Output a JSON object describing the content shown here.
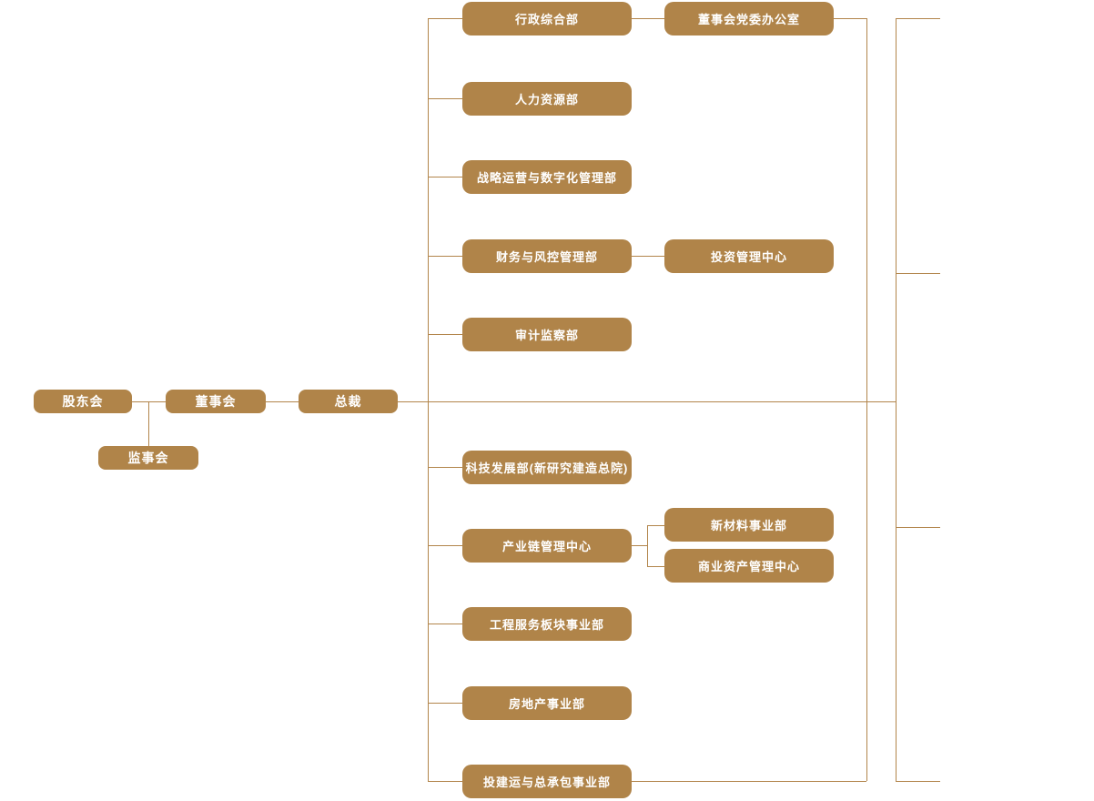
{
  "colors": {
    "box_fill": "#b08449",
    "line": "#b2854b",
    "text": "#ffffff",
    "background": "#ffffff"
  },
  "governance": {
    "shareholders": "股东会",
    "board": "董事会",
    "president": "总裁",
    "supervisory_board": "监事会"
  },
  "departments": {
    "admin_general": "行政综合部",
    "human_resources": "人力资源部",
    "strategy_digital": "战略运营与数字化管理部",
    "finance_risk": "财务与风控管理部",
    "audit_supervision": "审计监察部",
    "tech_development": "科技发展部(新研究建造总院)",
    "industry_chain": "产业链管理中心",
    "engineering_services": "工程服务板块事业部",
    "real_estate": "房地产事业部",
    "investment_epc": "投建运与总承包事业部"
  },
  "sub_departments": {
    "party_committee_office": "董事会党委办公室",
    "investment_center": "投资管理中心",
    "new_materials": "新材料事业部",
    "commercial_assets": "商业资产管理中心"
  }
}
